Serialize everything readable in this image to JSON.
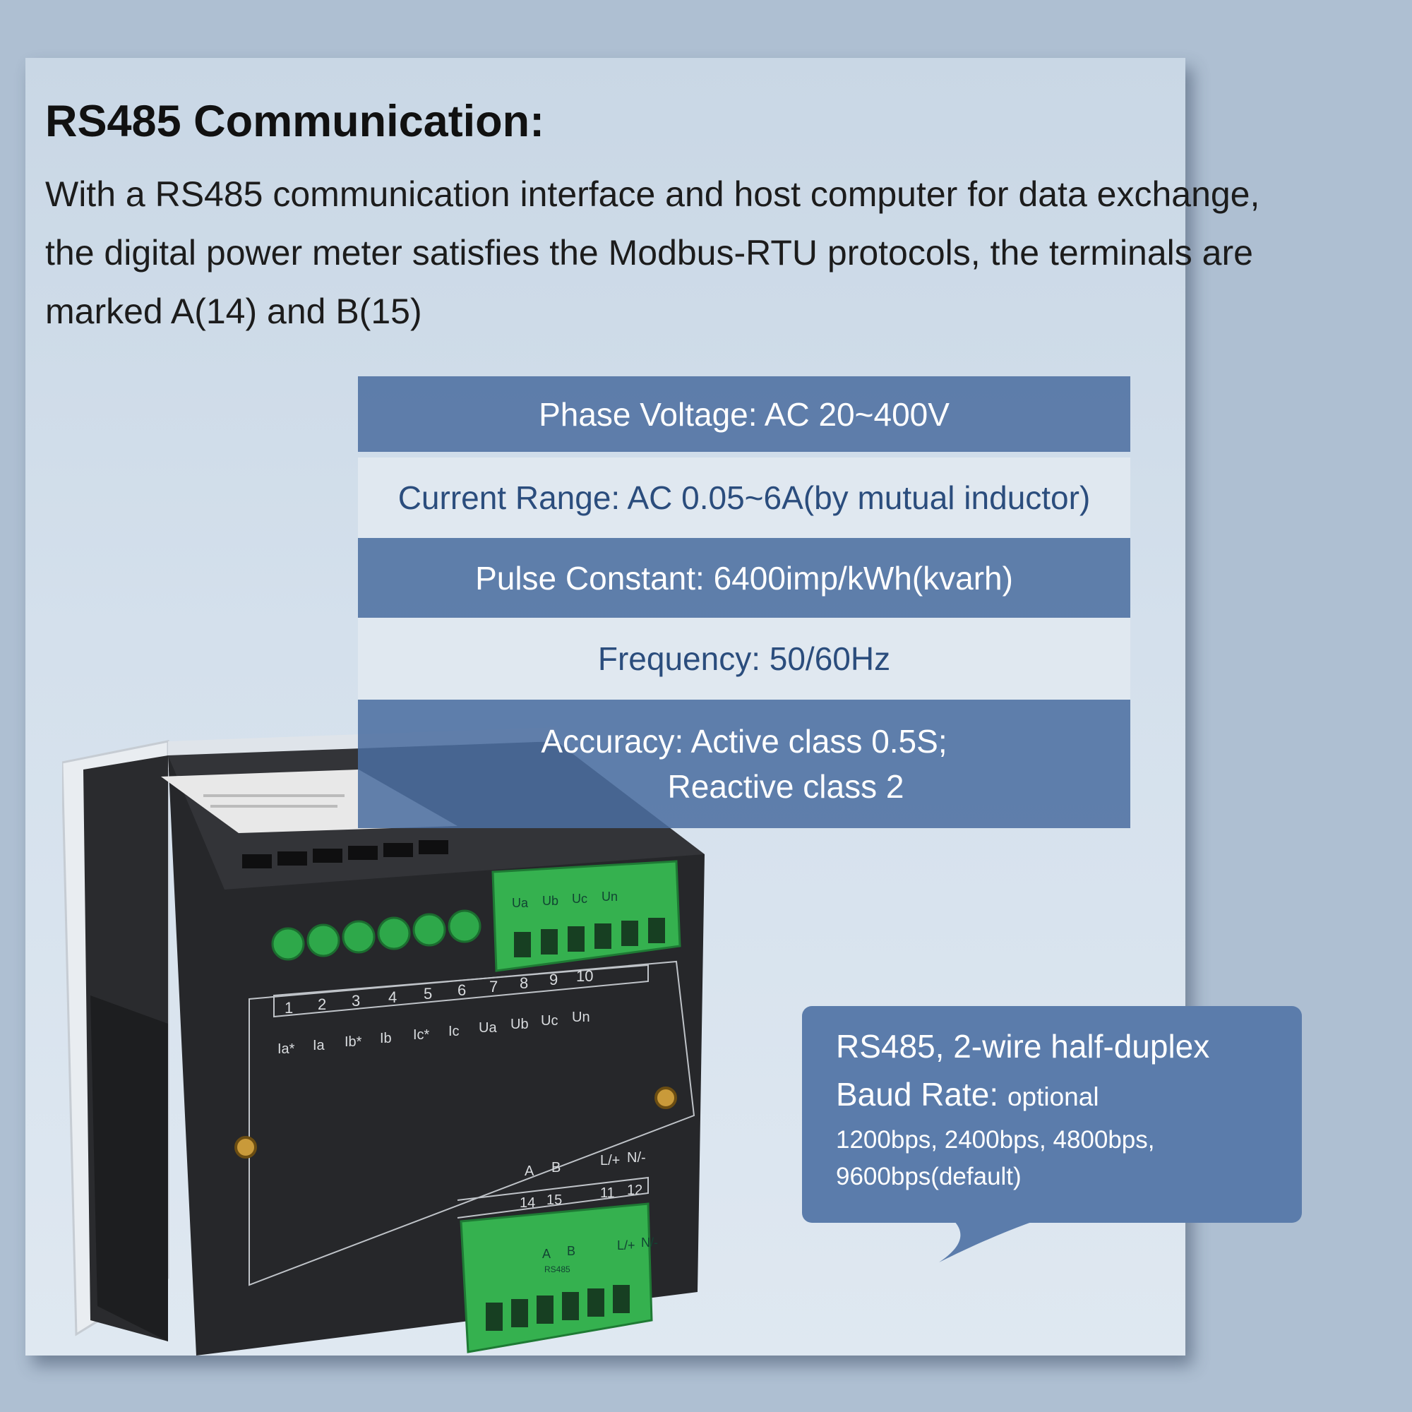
{
  "heading": "RS485 Communication:",
  "description": [
    "With a RS485 communication interface and host computer for data exchange,",
    "the digital power meter satisfies the Modbus-RTU protocols, the terminals are",
    "marked A(14) and B(15)"
  ],
  "specs": {
    "phase_voltage": "Phase Voltage: AC 20~400V",
    "current_range": "Current Range: AC 0.05~6A(by mutual inductor)",
    "pulse_constant": "Pulse Constant: 6400imp/kWh(kvarh)",
    "frequency": "Frequency: 50/60Hz",
    "accuracy_line1": "Accuracy: Active class 0.5S;",
    "accuracy_line2": "Reactive class 2"
  },
  "device_labels": {
    "top_block": [
      "Ua",
      "Ub",
      "Uc",
      "Un"
    ],
    "terminal_numbers": [
      "1",
      "2",
      "3",
      "4",
      "5",
      "6",
      "7",
      "8",
      "9",
      "10"
    ],
    "terminal_names": [
      "Ia*",
      "Ia",
      "Ib*",
      "Ib",
      "Ic*",
      "Ic",
      "Ua",
      "Ub",
      "Uc",
      "Un"
    ],
    "bottom_top": [
      "A",
      "B",
      "L/+",
      "N/-"
    ],
    "bottom_numbers": [
      "14",
      "15",
      "11",
      "12"
    ],
    "bottom_block": [
      "A",
      "B",
      "L/+",
      "N/-"
    ],
    "bottom_block_sub": "RS485"
  },
  "callout": {
    "line1": "RS485, 2-wire half-duplex",
    "baud_label": "Baud Rate:",
    "baud_optional": "optional",
    "rates_line1": "1200bps, 2400bps, 4800bps,",
    "rates_line2": "9600bps(default)"
  }
}
